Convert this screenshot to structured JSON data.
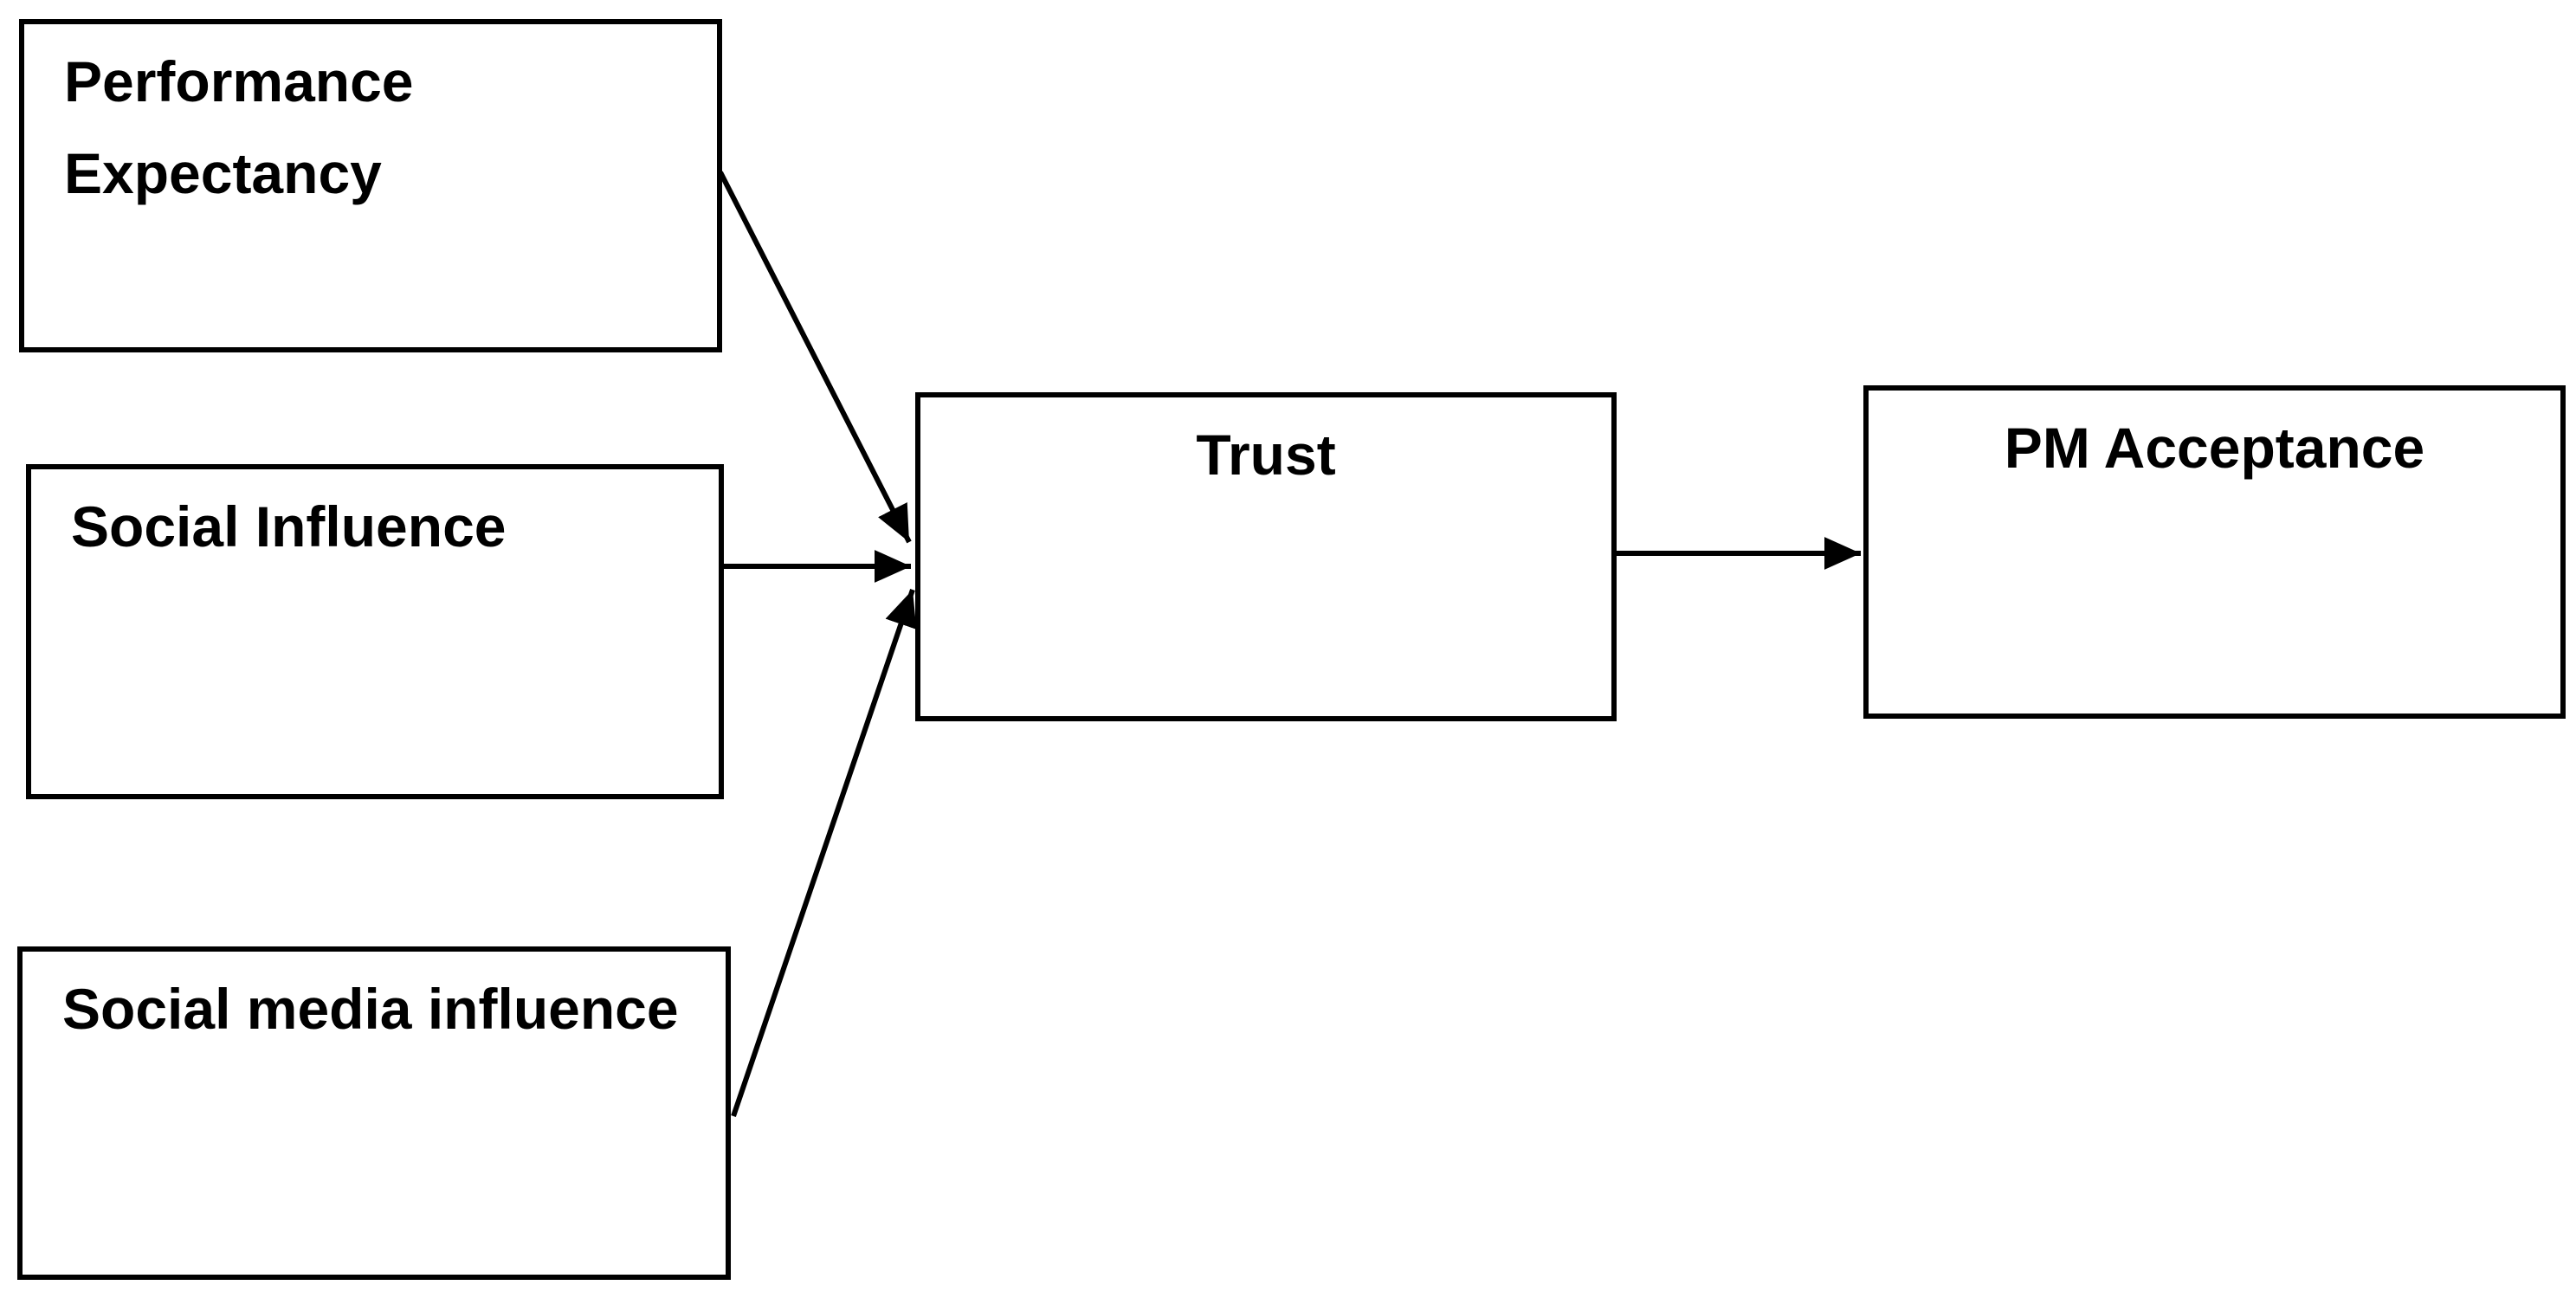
{
  "diagram": {
    "kind": "conceptual-path-model",
    "background_color": "#ffffff",
    "line_color": "#000000",
    "text_color": "#000000",
    "nodes": {
      "performance_expectancy": {
        "label": "Performance Expectancy",
        "line1": "Performance",
        "line2": "Expectancy"
      },
      "social_influence": {
        "label": "Social Influence"
      },
      "social_media_influence": {
        "label": "Social media influence"
      },
      "trust": {
        "label": "Trust"
      },
      "pm_acceptance": {
        "label": "PM Acceptance"
      }
    },
    "edges": [
      {
        "from": "Performance Expectancy",
        "to": "Trust"
      },
      {
        "from": "Social Influence",
        "to": "Trust"
      },
      {
        "from": "Social media influence",
        "to": "Trust"
      },
      {
        "from": "Trust",
        "to": "PM Acceptance"
      }
    ]
  }
}
